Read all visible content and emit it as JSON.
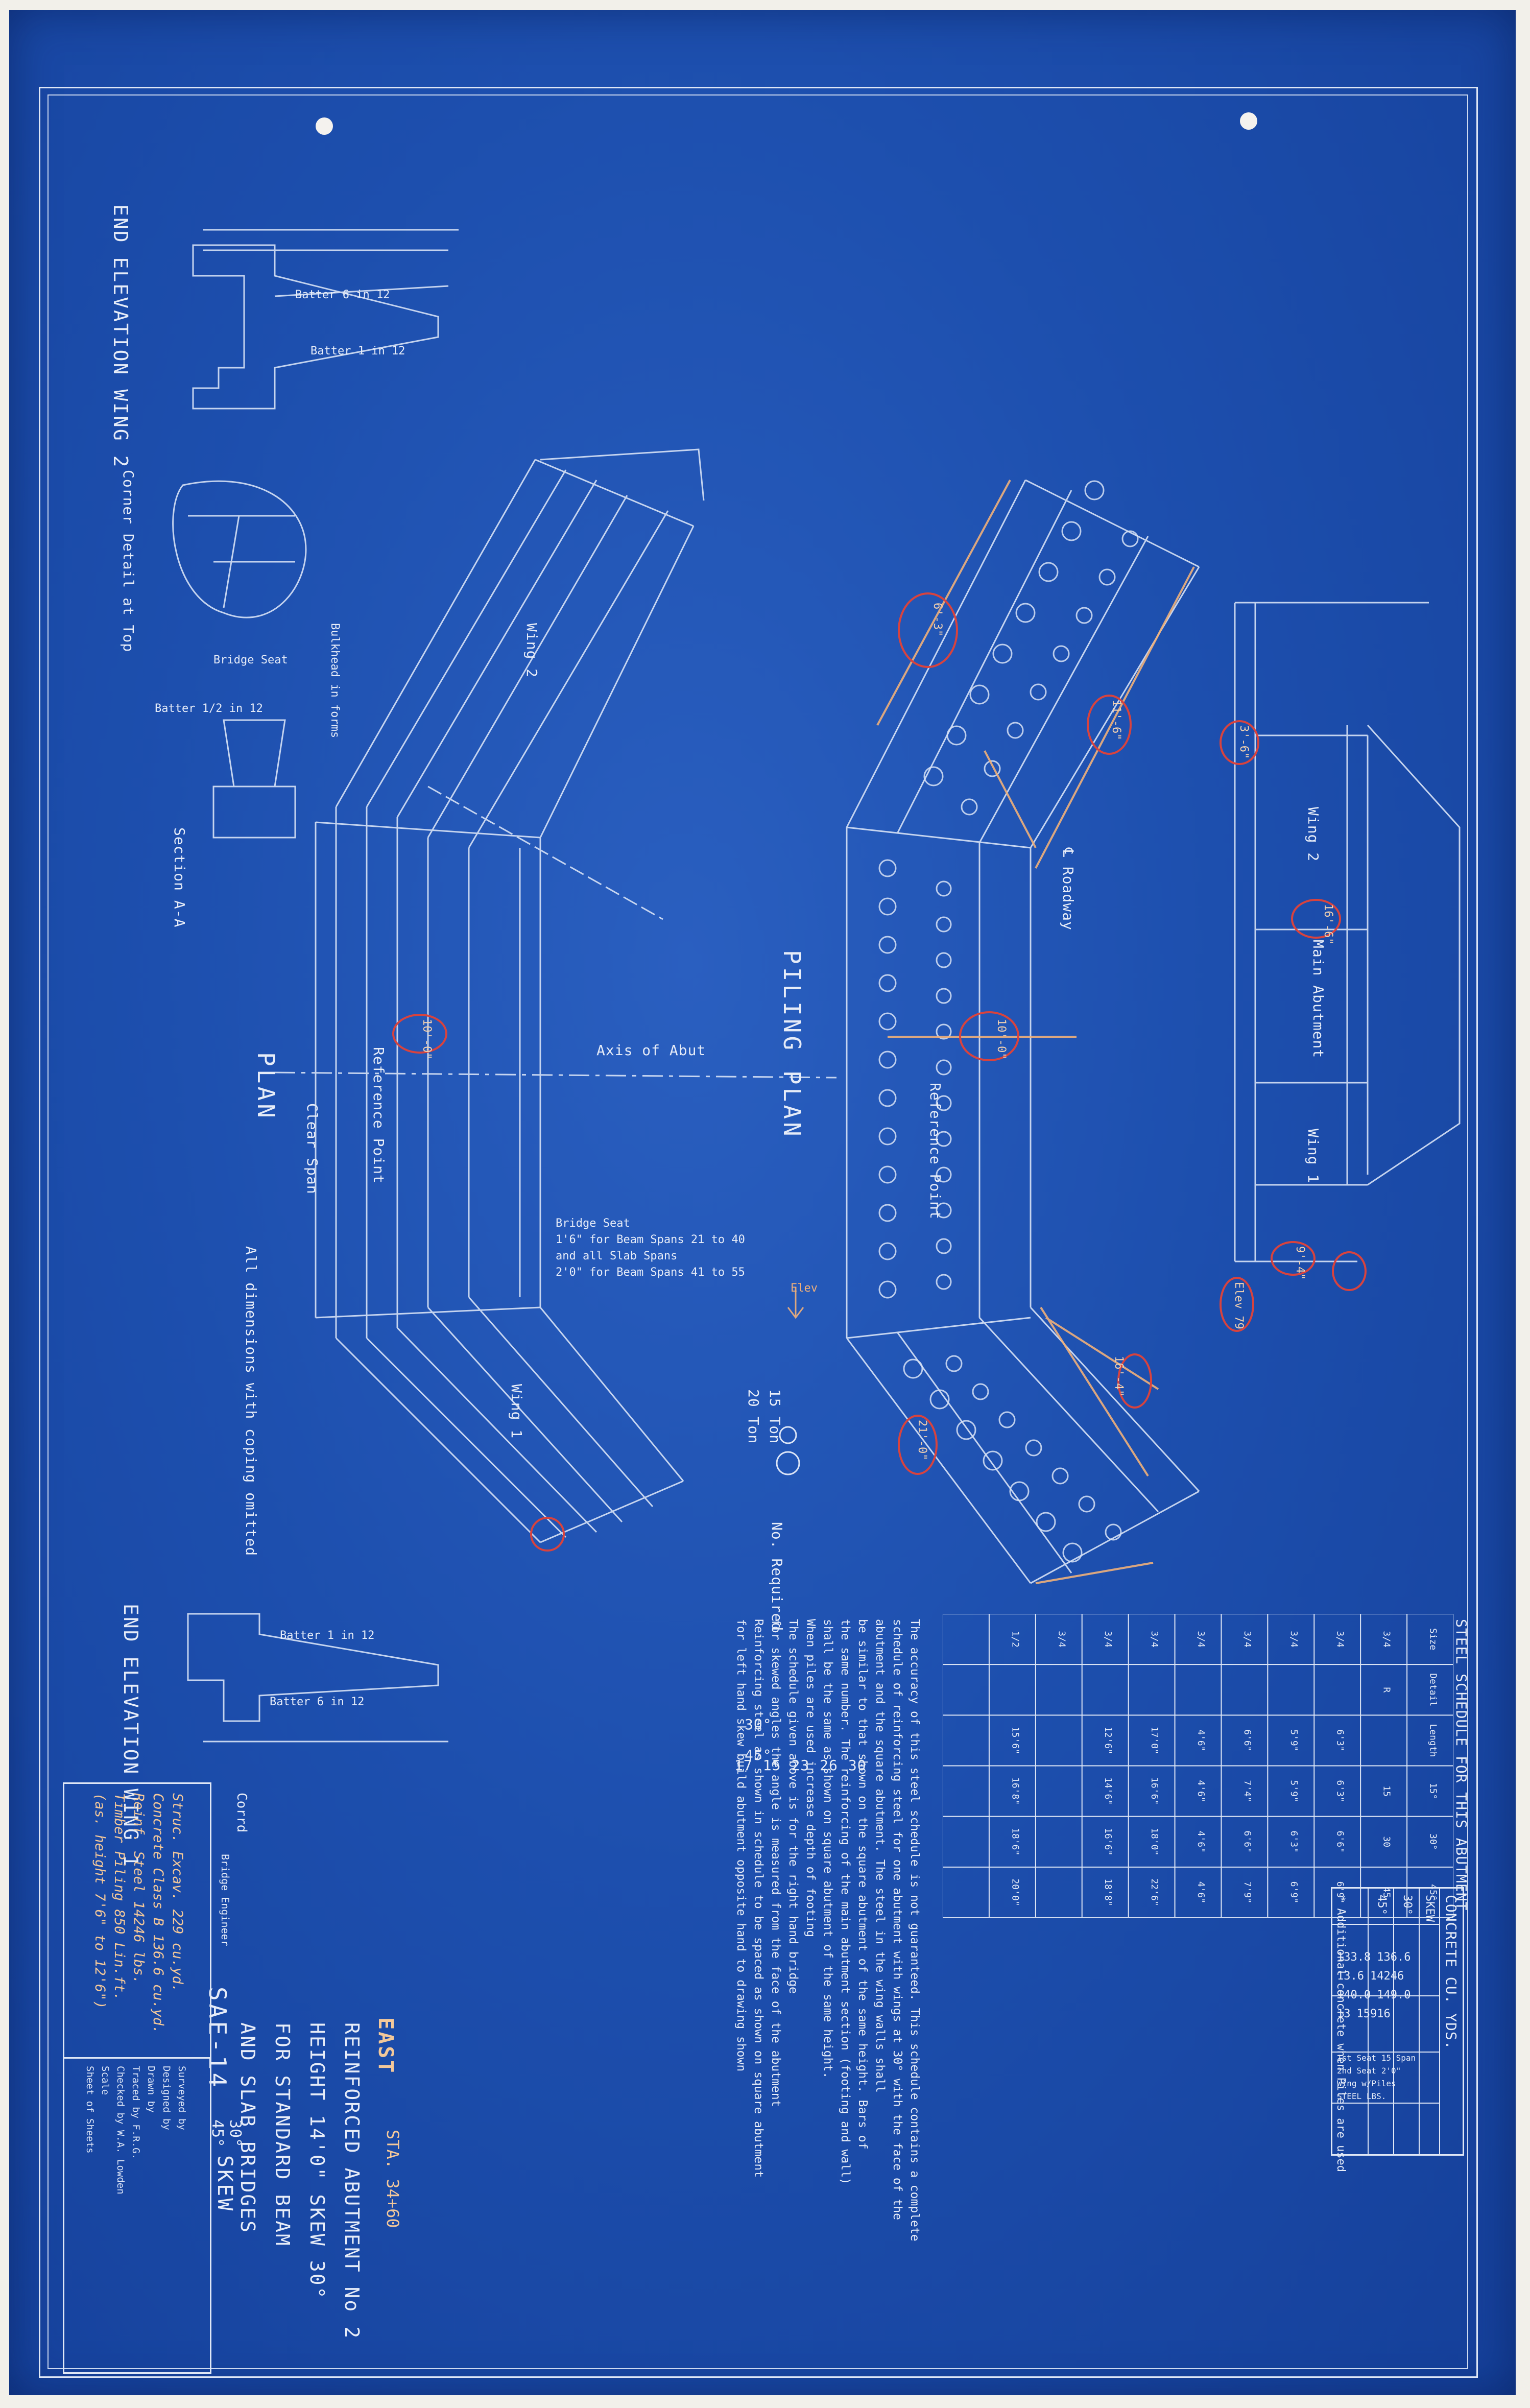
{
  "title_block": {
    "location": "EAST",
    "station": "STA. 34+60",
    "lines": [
      "REINFORCED ABUTMENT No 2",
      "HEIGHT 14'0\" SKEW 30°",
      "FOR STANDARD BEAM",
      "AND SLAB BRIDGES"
    ],
    "drawing_no": "SAE-14",
    "skew_labels": [
      "30°",
      "45°"
    ],
    "skew_suffix": "SKEW",
    "corrected_label": "Corrd",
    "bridge_engineer": "Bridge Engineer"
  },
  "quantities": {
    "lines": [
      "Struc. Excav.   229 cu.yd.",
      "Concrete Class B   136.6 cu.yd.",
      "Reinf. Steel   14246 lbs.",
      "Timber Piling   850 Lin.ft.",
      "(as. height 7'6\" to 12'6\")"
    ]
  },
  "revision_block": {
    "rows": [
      "Surveyed by",
      "Designed by",
      "Drawn by",
      "Traced by F.R.G.",
      "Checked by W.A. Lowden",
      "Scale",
      "Sheet  of  Sheets"
    ]
  },
  "views": {
    "plan_label": "PLAN",
    "piling_plan_label": "PILING PLAN",
    "end_elev_wing2": "END ELEVATION WING 2",
    "end_elev_wing1": "END ELEVATION WING 1",
    "corner_detail": "Corner Detail at Top",
    "section_aa": "Section A-A",
    "all_dims_note": "All dimensions with coping omitted",
    "axis_of_abut": "Axis of Abut",
    "roadway_cl": "℄ Roadway",
    "clear_span": "Clear Span",
    "reference_point": "Reference Point",
    "bridge_seat_lines": [
      "Bridge Seat",
      "1'6\" for Beam Spans 21 to 40",
      "and all Slab Spans",
      "2'0\" for Beam Spans 41 to 55"
    ],
    "wing1": "Wing 1",
    "wing2": "Wing 2",
    "main_abutment": "Main Abutment",
    "batter_1_in_12": "Batter 1 in 12",
    "batter_6_in_12": "Batter 6 in 12",
    "batter_1_in_12_b": "Batter 1/2 in 12",
    "bridge_seat": "Bridge Seat",
    "bulkhead": "Bulkhead in forms",
    "elev": "Elev"
  },
  "pile_legend": {
    "rows": [
      {
        "ton": "15 Ton",
        "required": "No. Required",
        "v30": "17",
        "v45": "15"
      },
      {
        "ton": "20 Ton",
        "required": "",
        "v30": "23",
        "v45": "26"
      }
    ],
    "extra": [
      "30",
      "20"
    ],
    "header_30": "30°",
    "header_45": "45°"
  },
  "steel_schedule": {
    "title": "STEEL SCHEDULE FOR THIS ABUTMENT",
    "cols": [
      "Size",
      "Detail",
      "Length",
      "15°",
      "30°",
      "45°"
    ],
    "rows": [
      [
        "3/4",
        "R",
        "",
        "15",
        "30",
        "45"
      ],
      [
        "3/4",
        "",
        "6'3\"",
        "6'3\"",
        "6'6\"",
        "6'9\""
      ],
      [
        "3/4",
        "",
        "5'9\"",
        "5'9\"",
        "6'3\"",
        "6'9\""
      ],
      [
        "3/4",
        "",
        "6'6\"",
        "7'4\"",
        "6'6\"",
        "7'9\""
      ],
      [
        "3/4",
        "",
        "4'6\"",
        "4'6\"",
        "4'6\"",
        "4'6\""
      ],
      [
        "3/4",
        "",
        "17'0\"",
        "16'6\"",
        "18'0\"",
        "22'6\""
      ],
      [
        "3/4",
        "",
        "12'6\"",
        "14'6\"",
        "16'6\"",
        "18'8\""
      ],
      [
        "3/4",
        "",
        "",
        "",
        "",
        ""
      ],
      [
        "1/2",
        "",
        "15'6\"",
        "16'8\"",
        "18'6\"",
        "20'0\""
      ]
    ],
    "notes": [
      "The accuracy of this steel schedule is not guaranteed. This schedule contains a complete",
      "schedule of reinforcing steel for one abutment with wings at 30° with the face of the",
      "abutment and the square abutment. The steel in the wing walls shall",
      "be similar to that shown on the square abutment of the same height. Bars of",
      "the same number. The reinforcing of the main abutment section (footing and wall)",
      "shall be the same as shown on square abutment of the same height.",
      "When piles are used increase depth of footing",
      "The schedule given above is for the right hand bridge",
      "for skewed angles the angle is measured from the face of the abutment",
      "Reinforcing steel as shown in schedule to be spaced as shown on square abutment",
      "for left hand skew build abutment opposite hand to drawing shown"
    ]
  },
  "concrete_table": {
    "title": "CONCRETE CU. YDS.",
    "header": [
      "SKEW",
      "1st Seat 15 Span",
      "2nd Seat 2'0\"",
      "Wing w/Piles",
      "STEEL LBS."
    ],
    "rows": [
      [
        "30°",
        "133.8",
        "136.6",
        "13.6",
        "14246"
      ],
      [
        "45°",
        "140.0",
        "149.0",
        "13",
        "15916"
      ]
    ],
    "footnote": "* Additional concrete when Piles are used"
  },
  "circled_notes": [
    "6'-3\"",
    "16'-4\"",
    "10'-0\"",
    "3'-6\"",
    "9'-4\"",
    "16'-6\"",
    "21'-0\"",
    "11'-6\"",
    "10'-0\"",
    "Elev 79"
  ]
}
